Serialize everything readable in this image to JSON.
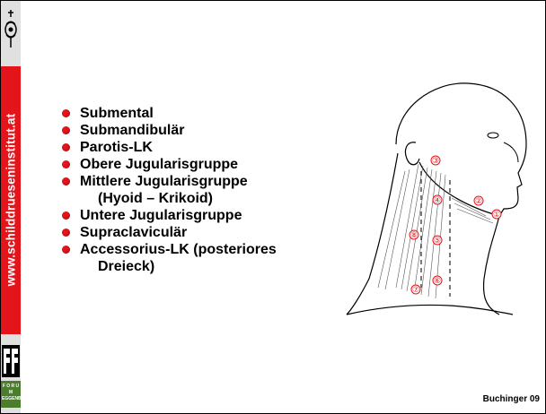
{
  "sidebar": {
    "url_text": "www.schilddrueseninstitut.at",
    "forum_logo_text": "F O R U M\nEGGENBERG",
    "colors": {
      "red": "#e4141b",
      "grey": "#e0e0e0",
      "green": "#4b7d2c"
    }
  },
  "content": {
    "bullets": [
      {
        "text": "Submental",
        "cont": ""
      },
      {
        "text": "Submandibulär",
        "cont": ""
      },
      {
        "text": "Parotis-LK",
        "cont": ""
      },
      {
        "text": "Obere Jugularisgruppe",
        "cont": ""
      },
      {
        "text": "Mittlere Jugularisgruppe",
        "cont": "(Hyoid – Krikoid)"
      },
      {
        "text": "Untere Jugularisgruppe",
        "cont": ""
      },
      {
        "text": "Supraclaviculär",
        "cont": ""
      },
      {
        "text": "Accessorius-LK (posteriores",
        "cont": "Dreieck)"
      }
    ],
    "illustration_icon": "neck-lymph-node-diagram",
    "markers": [
      "①",
      "②",
      "③",
      "④",
      "⑤",
      "⑥",
      "⑦",
      "⑧"
    ]
  },
  "footer": {
    "credit": "Buchinger 09"
  }
}
